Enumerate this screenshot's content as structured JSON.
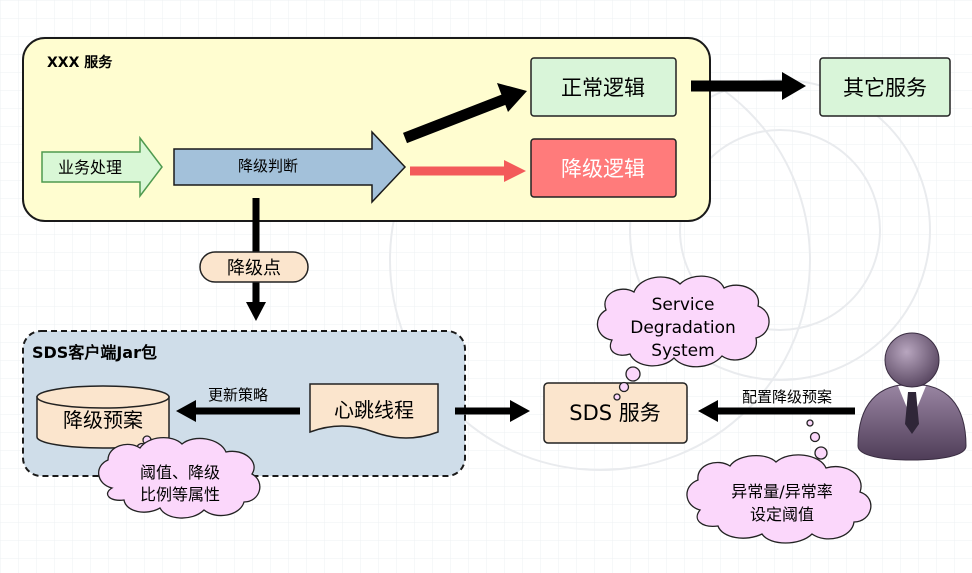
{
  "service_box": {
    "title": "XXX 服务"
  },
  "nodes": {
    "business": "业务处理",
    "judge": "降级判断",
    "normal": "正常逻辑",
    "degrade": "降级逻辑",
    "other": "其它服务",
    "point": "降级点",
    "plan_db": "降级预案",
    "heartbeat": "心跳线程",
    "sds_service": "SDS 服务"
  },
  "client_box": {
    "title": "SDS客户端Jar包"
  },
  "edges": {
    "update_policy": "更新策略",
    "config_plan": "配置降级预案"
  },
  "clouds": {
    "sds_system": [
      "Service",
      "Degradation",
      "System"
    ],
    "threshold_attr": [
      "阈值、降级",
      "比例等属性"
    ],
    "anomaly": [
      "异常量/异常率",
      "设定阈值"
    ]
  },
  "colors": {
    "service_fill": "#fffdd0",
    "client_fill": "#cfdde9",
    "normal_fill": "#d9f5d9",
    "degrade_fill": "#ff7b7b",
    "judge_fill": "#a3c1da",
    "peach_fill": "#fbe5cd",
    "cloud_fill": "#fbd7fb",
    "red_arrow": "#f35a5a"
  }
}
